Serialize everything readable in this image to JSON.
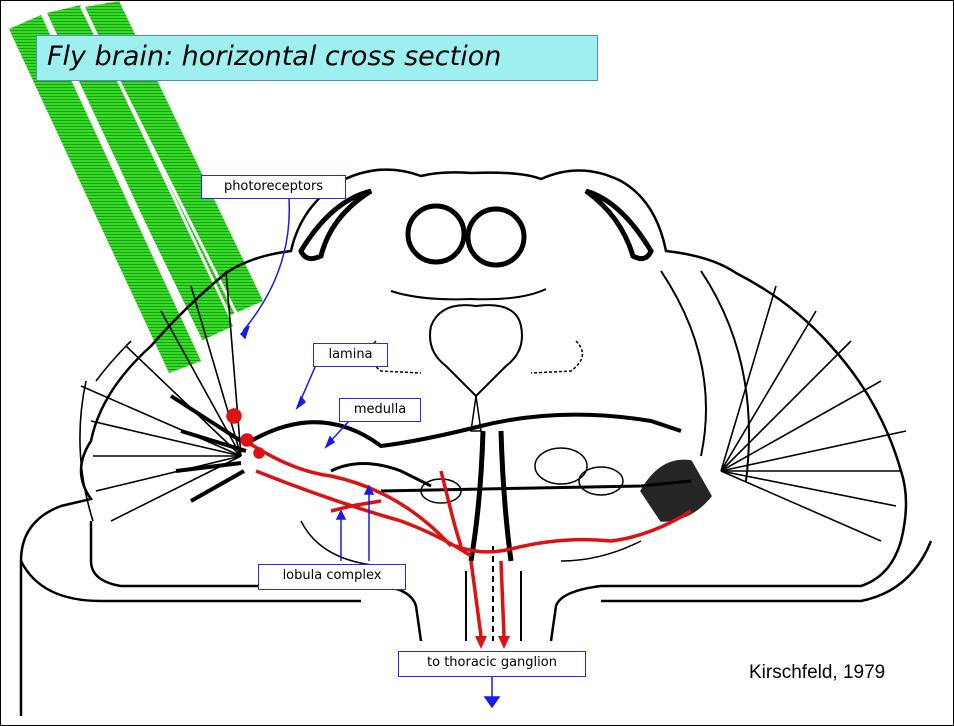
{
  "slide": {
    "title": "Fly brain: horizontal cross section",
    "credit": "Kirschfeld, 1979"
  },
  "labels": {
    "photoreceptors": "photoreceptors",
    "lamina": "lamina",
    "medulla": "medulla",
    "lobula_complex": "lobula complex",
    "thoracic": "to thoracic ganglion"
  },
  "colors": {
    "light_beam": "#33dd22",
    "neuron": "#dd1111",
    "callout": "#1a1ae6",
    "title_bg": "#9ef0f0"
  }
}
